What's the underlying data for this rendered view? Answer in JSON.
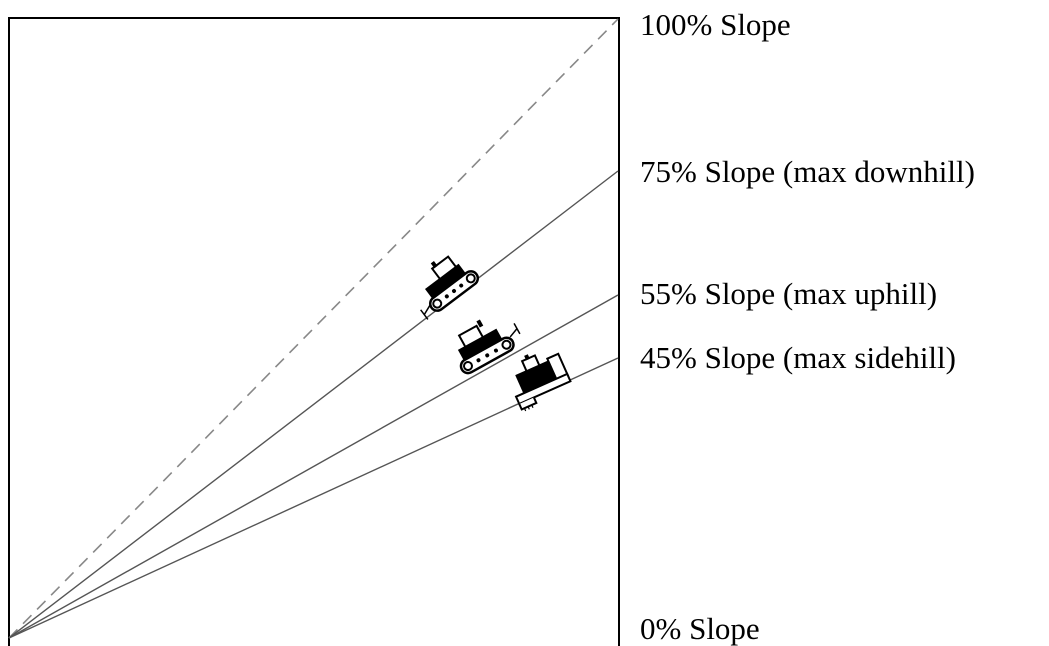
{
  "diagram": {
    "labels": {
      "slope_100": "100% Slope",
      "slope_75": "75% Slope (max downhill)",
      "slope_55": "55% Slope (max uphill)",
      "slope_45": "45% Slope (max sidehill)",
      "slope_0": "0% Slope"
    },
    "slope_lines": [
      {
        "label": "100% Slope",
        "style": "dashed"
      },
      {
        "label": "75% Slope (max downhill)",
        "style": "solid"
      },
      {
        "label": "55% Slope (max uphill)",
        "style": "solid"
      },
      {
        "label": "45% Slope (max sidehill)",
        "style": "solid"
      }
    ],
    "icons": [
      "bulldozer-downhill-icon",
      "bulldozer-uphill-icon",
      "bulldozer-sidehill-icon"
    ],
    "colors": {
      "line": "#555555",
      "dashed_line": "#888888",
      "frame": "#000000"
    }
  }
}
